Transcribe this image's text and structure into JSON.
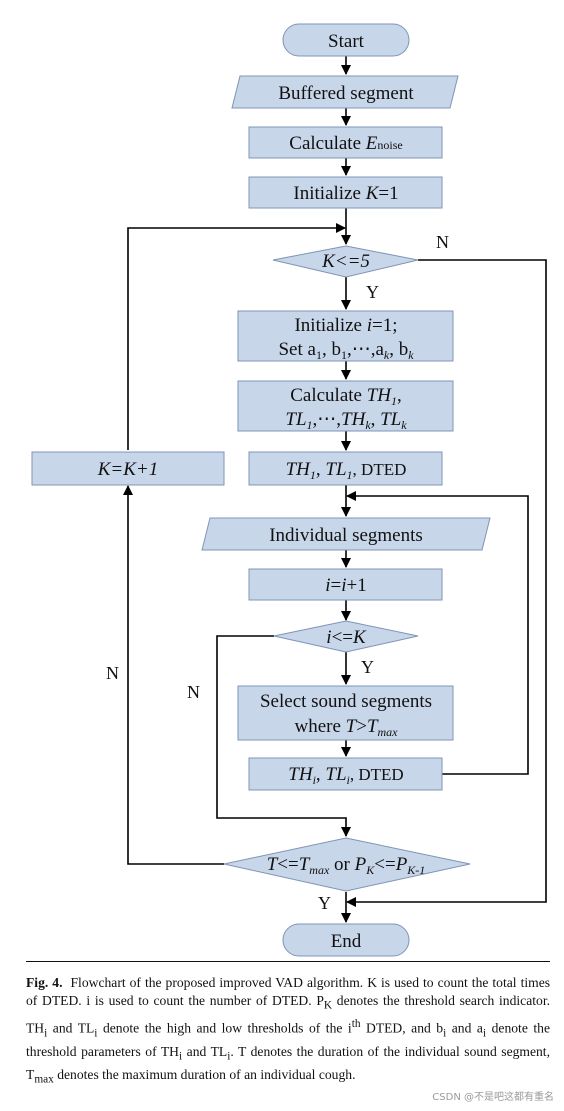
{
  "nodes": {
    "start": "Start",
    "buffered": "Buffered segment",
    "calc_noise_a": "Calculate ",
    "calc_noise_b": "E",
    "calc_noise_c": "noise",
    "init_k_a": "Initialize ",
    "init_k_b": "K",
    "init_k_c": "=1",
    "k_dec_a": "K",
    "k_dec_b": "<=5",
    "init_i1_a": "Initialize ",
    "init_i1_b": "i",
    "init_i1_c": "=1;",
    "init_i2_a": "Set a",
    "init_i2_b": "1",
    "init_i2_c": ", b",
    "init_i2_d": "1",
    "init_i2_e": ",⋯,a",
    "init_i2_f": "k",
    "init_i2_g": ", b",
    "init_i2_h": "k",
    "calc_th1_a": "Calculate ",
    "calc_th1_b": "TH",
    "calc_th1_c": "1",
    "calc_th1_d": ",",
    "calc_th2_a": "TL",
    "calc_th2_b": "1",
    "calc_th2_c": ",⋯,",
    "calc_th2_d": "TH",
    "calc_th2_e": "k",
    "calc_th2_f": ", ",
    "calc_th2_g": "TL",
    "calc_th2_h": "k",
    "th1_a": "TH",
    "th1_b": "1",
    "th1_c": ", ",
    "th1_d": "TL",
    "th1_e": "1",
    "th1_f": ", DTED",
    "k_inc": "K=K+1",
    "individual": "Individual segments",
    "i_inc_a": "i",
    "i_inc_b": "=",
    "i_inc_c": "i",
    "i_inc_d": "+1",
    "i_dec_a": "i",
    "i_dec_b": "<=",
    "i_dec_c": "K",
    "select1": "Select sound segments",
    "select2_a": "where ",
    "select2_b": "T",
    "select2_c": ">",
    "select2_d": "T",
    "select2_e": "max",
    "thi_a": "TH",
    "thi_b": "i",
    "thi_c": ", ",
    "thi_d": "TL",
    "thi_e": "i",
    "thi_f": ", DTED",
    "final_a": "T",
    "final_b": "<=",
    "final_c": "T",
    "final_d": "max",
    "final_e": " or ",
    "final_f": "P",
    "final_g": "K",
    "final_h": "<=",
    "final_i": "P",
    "final_j": "K-1",
    "end": "End"
  },
  "labels": {
    "n_top": "N",
    "y_k": "Y",
    "n_left": "N",
    "n_inner": "N",
    "y_i": "Y",
    "y_end": "Y"
  },
  "caption": {
    "fig_label": "Fig. 4.",
    "text": "Flowchart of the proposed improved VAD algorithm. K is used to count the total times of DTED. i is used to count the number of DTED. P",
    "s1": "K",
    "text2": " denotes the threshold search indicator. TH",
    "s2": "i",
    "text3": " and TL",
    "s3": "i",
    "text4": " denote the high and low thresholds of the i",
    "s4": "th",
    "text5": " DTED, and b",
    "s5": "i",
    "text6": " and a",
    "s6": "i",
    "text7": " denote the threshold parameters of TH",
    "s7": "i",
    "text8": " and TL",
    "s8": "i",
    "text9": ". T denotes the duration of the individual sound segment, T",
    "s9": "max",
    "text10": " denotes the maximum duration of an individual cough."
  },
  "watermark": "CSDN @不是吧这都有重名"
}
